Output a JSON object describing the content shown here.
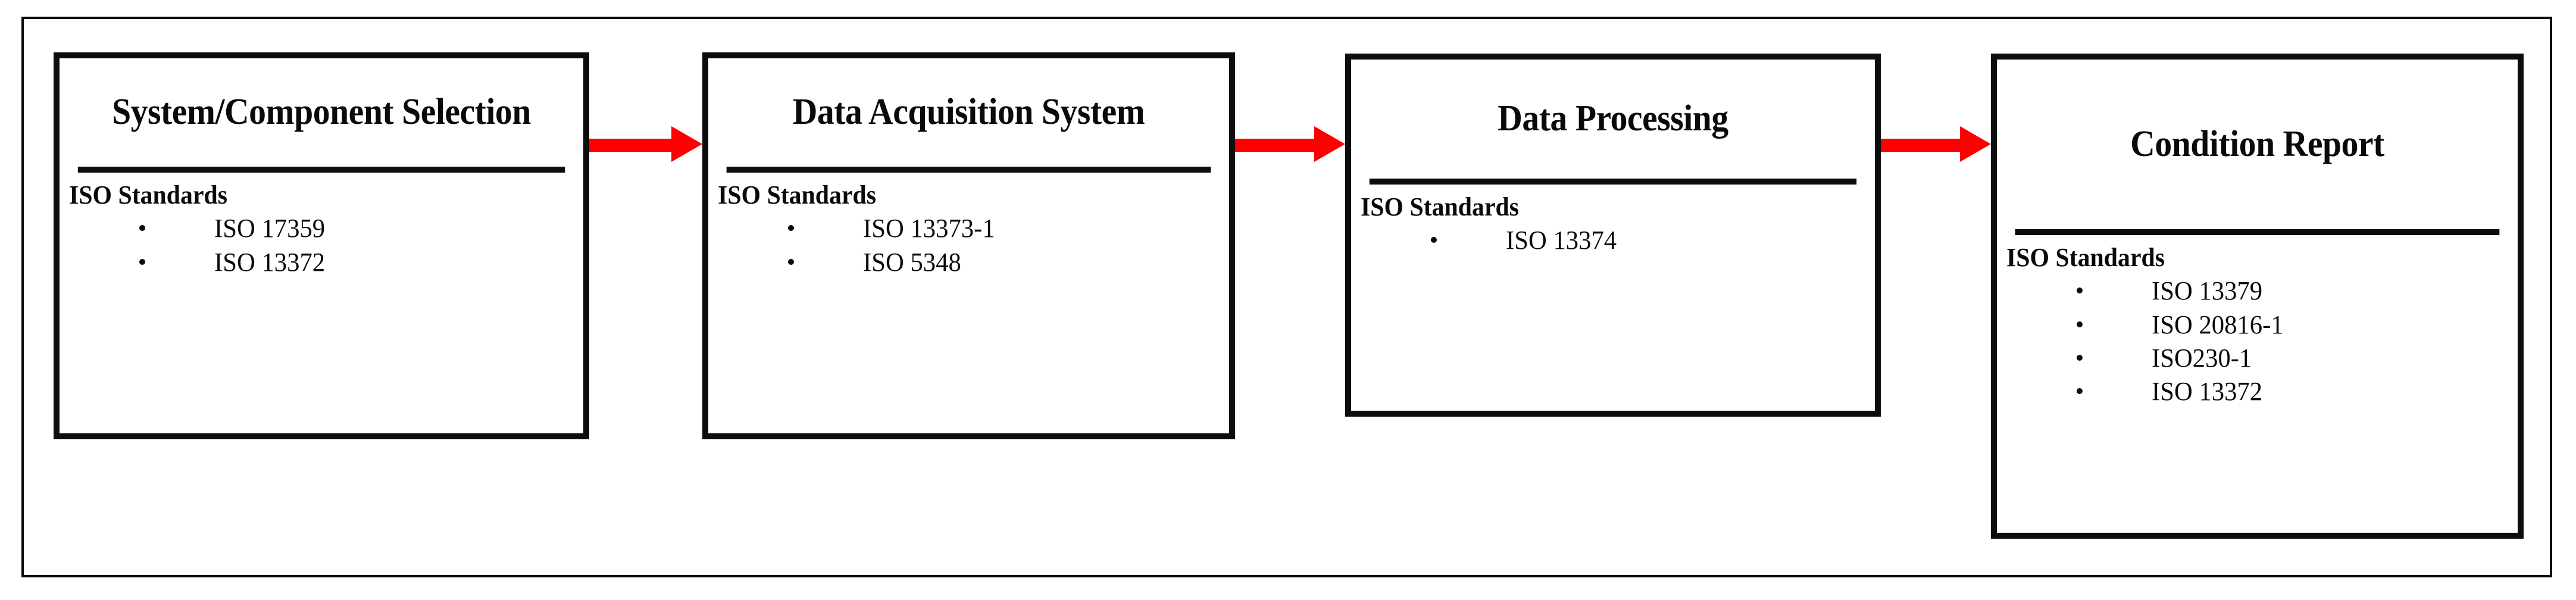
{
  "diagram": {
    "standards_heading": "ISO Standards",
    "arrow_color": "#FF0000",
    "border_color": "#0D0D0D",
    "frame_color": "#0A0A0A",
    "background_color": "#FFFFFF",
    "stages": [
      {
        "title": "System/Component Selection",
        "standards_label": "ISO Standards",
        "standards": [
          "ISO 17359",
          "ISO 13372"
        ]
      },
      {
        "title": "Data Acquisition System",
        "standards_label": "ISO Standards",
        "standards": [
          "ISO 13373-1",
          "ISO 5348"
        ]
      },
      {
        "title": "Data Processing",
        "standards_label": "ISO Standards",
        "standards": [
          "ISO 13374"
        ]
      },
      {
        "title": "Condition Report",
        "standards_label": "ISO Standards",
        "standards": [
          "ISO 13379",
          "ISO 20816-1",
          "ISO230-1",
          "ISO 13372"
        ]
      }
    ],
    "connectors": [
      {
        "from": "System/Component Selection",
        "to": "Data Acquisition System",
        "kind": "arrow-right"
      },
      {
        "from": "Data Acquisition System",
        "to": "Data Processing",
        "kind": "arrow-right"
      },
      {
        "from": "Data Processing",
        "to": "Condition Report",
        "kind": "arrow-right"
      }
    ]
  }
}
